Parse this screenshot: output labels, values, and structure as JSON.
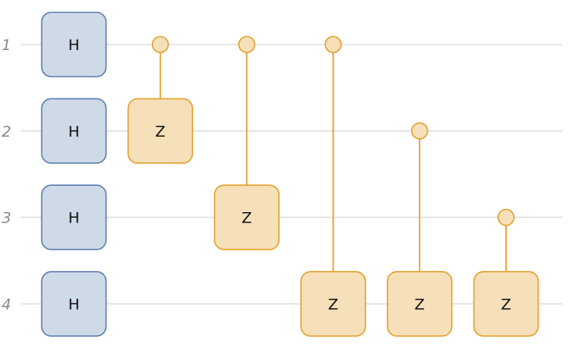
{
  "circuit": {
    "wires": [
      {
        "label": "1"
      },
      {
        "label": "2"
      },
      {
        "label": "3"
      },
      {
        "label": "4"
      }
    ],
    "gates": [
      {
        "label": "H",
        "kind": "single",
        "column": 0,
        "target": 0
      },
      {
        "label": "H",
        "kind": "single",
        "column": 0,
        "target": 1
      },
      {
        "label": "H",
        "kind": "single",
        "column": 0,
        "target": 2
      },
      {
        "label": "H",
        "kind": "single",
        "column": 0,
        "target": 3
      },
      {
        "label": "Z",
        "kind": "controlled",
        "column": 1,
        "control": 0,
        "target": 1
      },
      {
        "label": "Z",
        "kind": "controlled",
        "column": 2,
        "control": 0,
        "target": 2
      },
      {
        "label": "Z",
        "kind": "controlled",
        "column": 3,
        "control": 0,
        "target": 3
      },
      {
        "label": "Z",
        "kind": "controlled",
        "column": 4,
        "control": 1,
        "target": 3
      },
      {
        "label": "Z",
        "kind": "controlled",
        "column": 5,
        "control": 2,
        "target": 3
      }
    ]
  },
  "colors": {
    "h_fill": "#cfdae8",
    "h_stroke": "#5f7faf",
    "z_fill": "#f6e0b9",
    "z_stroke": "#e3a02d",
    "wire": "#dedede"
  }
}
